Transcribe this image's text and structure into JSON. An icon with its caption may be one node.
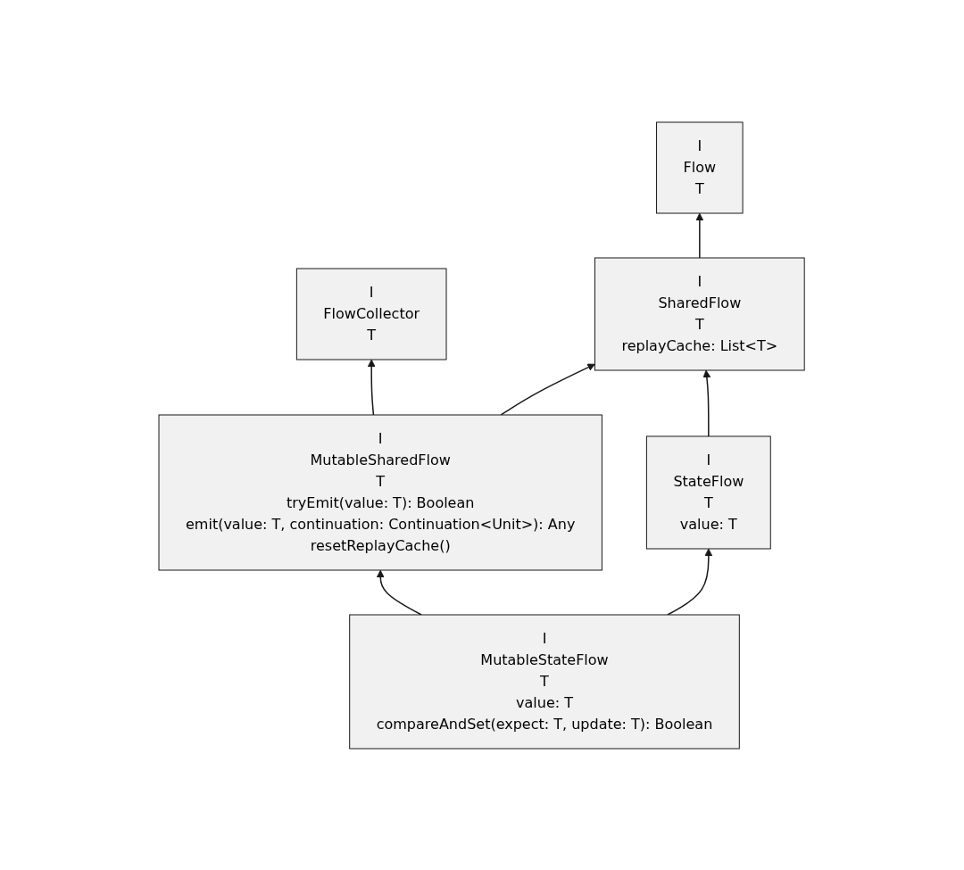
{
  "diagram": {
    "nodes": [
      {
        "text": [
          "I",
          "Flow",
          "T"
        ]
      },
      {
        "text": [
          "I",
          "FlowCollector",
          "T"
        ]
      },
      {
        "text": [
          "I",
          "SharedFlow",
          "T",
          "replayCache: List<T>"
        ]
      },
      {
        "text": [
          "I",
          "MutableSharedFlow",
          "T",
          "tryEmit(value: T): Boolean",
          "emit(value: T, continuation: Continuation<Unit>): Any",
          "resetReplayCache()"
        ]
      },
      {
        "text": [
          "I",
          "StateFlow",
          "T",
          "value: T"
        ]
      },
      {
        "text": [
          "I",
          "MutableStateFlow",
          "T",
          "value: T",
          "compareAndSet(expect: T, update: T): Boolean"
        ]
      }
    ],
    "edges": [
      {
        "from": 2,
        "to": 0,
        "arrow": "to"
      },
      {
        "from": 3,
        "to": 1,
        "arrow": "to"
      },
      {
        "from": 3,
        "to": 2,
        "arrow": "to"
      },
      {
        "from": 4,
        "to": 2,
        "arrow": "to"
      },
      {
        "from": 5,
        "to": 3,
        "arrow": "to"
      },
      {
        "from": 5,
        "to": 4,
        "arrow": "to"
      }
    ]
  }
}
